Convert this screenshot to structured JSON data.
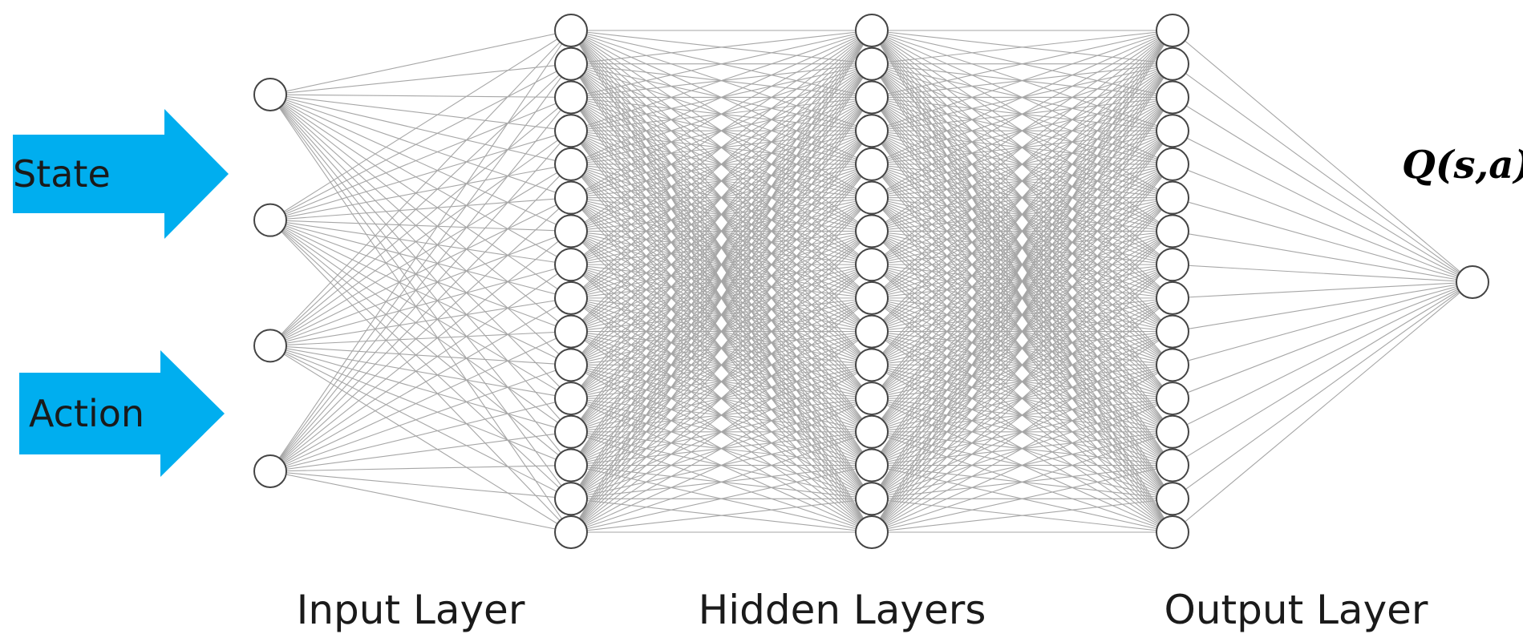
{
  "inputs": [
    {
      "label": "State",
      "color": "#00aeef"
    },
    {
      "label": "Action",
      "color": "#00aeef"
    }
  ],
  "layer_labels": {
    "input": "Input Layer",
    "hidden": "Hidden Layers",
    "output": "Output Layer"
  },
  "output_label": "Q(s,a)",
  "network": {
    "layer_sizes": [
      4,
      16,
      16,
      16,
      1
    ],
    "node_fill": "#ffffff",
    "node_stroke": "#444444",
    "edge_color": "#a6a6a6"
  }
}
